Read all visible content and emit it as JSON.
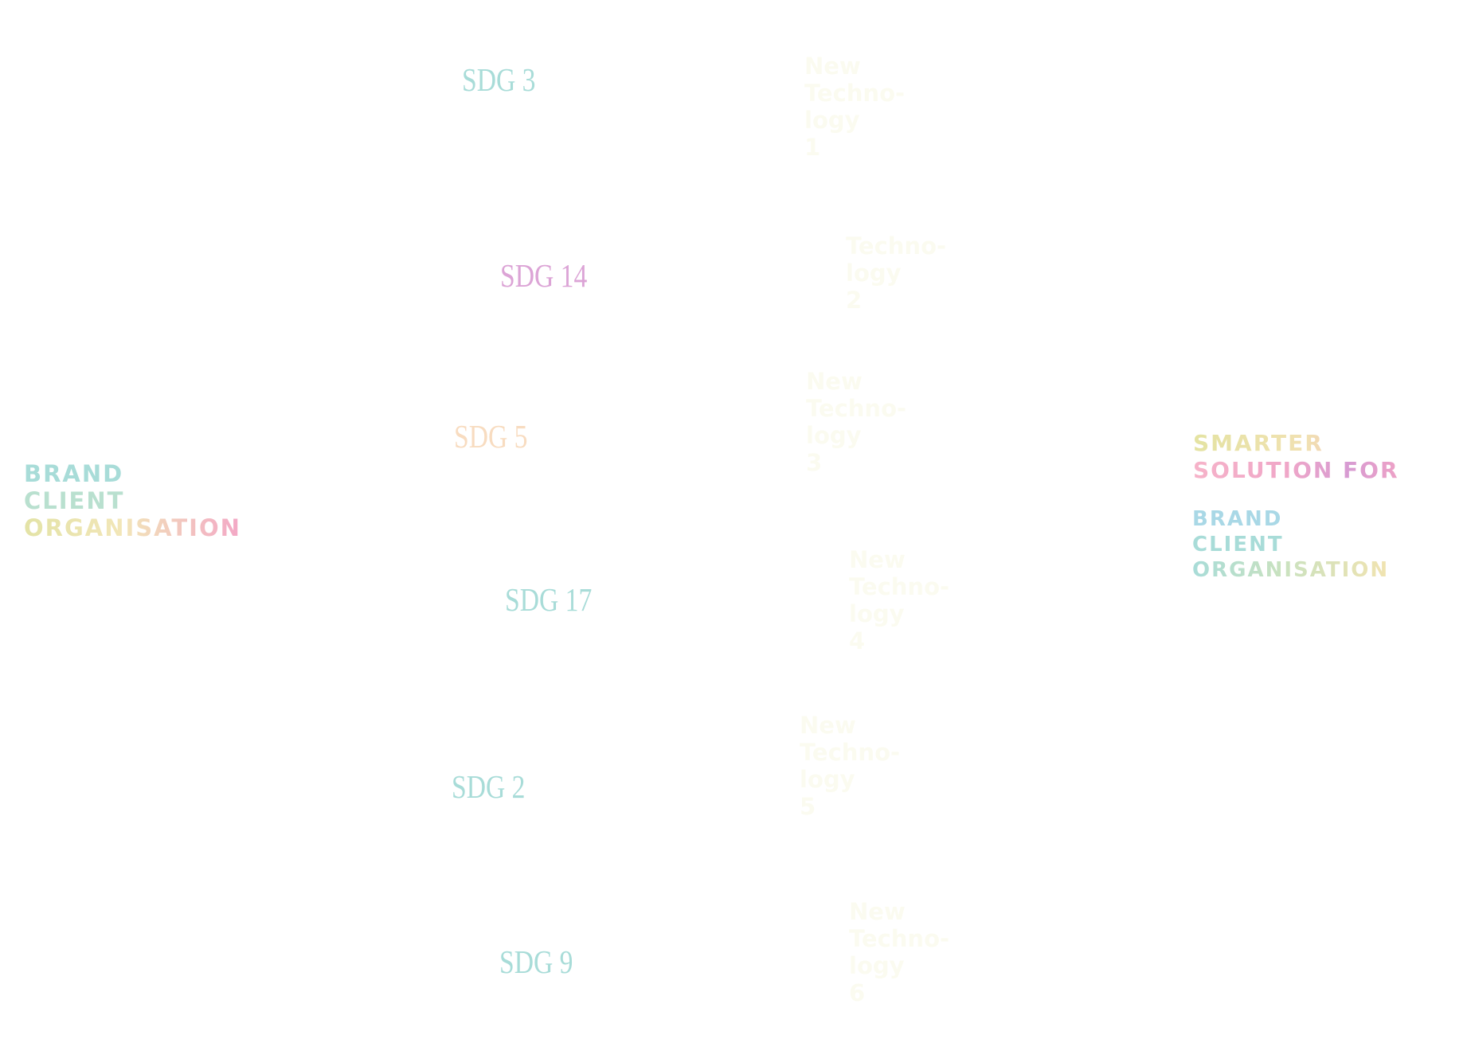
{
  "colors": {
    "teal": "#a8dcd8",
    "sky": "#a9d8e6",
    "mint": "#b9e0cf",
    "pale_yellow": "#ece9a6",
    "peach": "#f8dcc0",
    "pink": "#f3a7c6",
    "orchid": "#dca4d6",
    "faint_tech": "#fbfbf0"
  },
  "brand_left": {
    "line1": "BRAND",
    "line2": "CLIENT",
    "line3": "ORGANISATION"
  },
  "sdgs": [
    {
      "label": "SDG 3",
      "color": "#a8dcd8"
    },
    {
      "label": "SDG 14",
      "color": "#dca4d6"
    },
    {
      "label": "SDG 5",
      "color": "#f8dcc0"
    },
    {
      "label": "SDG 17",
      "color": "#a8dcd8"
    },
    {
      "label": "SDG 2",
      "color": "#a8dcd8"
    },
    {
      "label": "SDG 9",
      "color": "#a8dcd8"
    }
  ],
  "technologies": [
    {
      "l1": "New",
      "l2": "Techno-",
      "l3": "logy",
      "l4": "1"
    },
    {
      "l1": "",
      "l2": "Techno-",
      "l3": "logy",
      "l4": "2"
    },
    {
      "l1": "New",
      "l2": "Techno-",
      "l3": "logy",
      "l4": "3"
    },
    {
      "l1": "New",
      "l2": "Techno-",
      "l3": "logy",
      "l4": "4"
    },
    {
      "l1": "New",
      "l2": "Techno-",
      "l3": "logy",
      "l4": "5"
    },
    {
      "l1": "New",
      "l2": "Techno-",
      "l3": "logy",
      "l4": "6"
    }
  ],
  "tagline": {
    "line1": "SMARTER",
    "line2": "SOLUTION FOR"
  },
  "brand_right": {
    "line1": "BRAND",
    "line2": "CLIENT",
    "line3": "ORGANISATION"
  }
}
